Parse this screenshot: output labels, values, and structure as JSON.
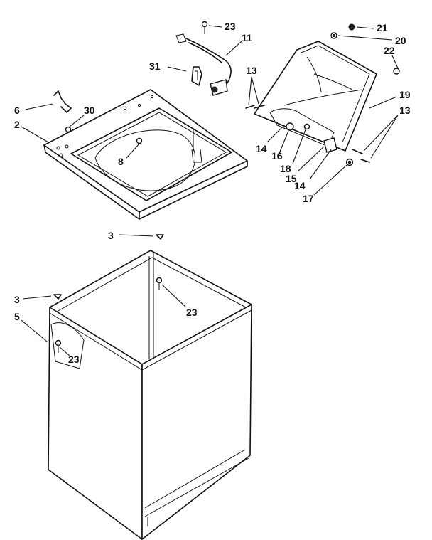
{
  "callouts": [
    {
      "id": "c23a",
      "text": "23"
    },
    {
      "id": "c11",
      "text": "11"
    },
    {
      "id": "c21",
      "text": "21"
    },
    {
      "id": "c20",
      "text": "20"
    },
    {
      "id": "c22",
      "text": "22"
    },
    {
      "id": "c31",
      "text": "31"
    },
    {
      "id": "c13a",
      "text": "13"
    },
    {
      "id": "c19",
      "text": "19"
    },
    {
      "id": "c13b",
      "text": "13"
    },
    {
      "id": "c6",
      "text": "6"
    },
    {
      "id": "c30",
      "text": "30"
    },
    {
      "id": "c2",
      "text": "2"
    },
    {
      "id": "c14a",
      "text": "14"
    },
    {
      "id": "c16",
      "text": "16"
    },
    {
      "id": "c18",
      "text": "18"
    },
    {
      "id": "c8",
      "text": "8"
    },
    {
      "id": "c15",
      "text": "15"
    },
    {
      "id": "c14b",
      "text": "14"
    },
    {
      "id": "c17",
      "text": "17"
    },
    {
      "id": "c3a",
      "text": "3"
    },
    {
      "id": "c23b",
      "text": "23"
    },
    {
      "id": "c3b",
      "text": "3"
    },
    {
      "id": "c5",
      "text": "5"
    },
    {
      "id": "c23c",
      "text": "23"
    }
  ]
}
